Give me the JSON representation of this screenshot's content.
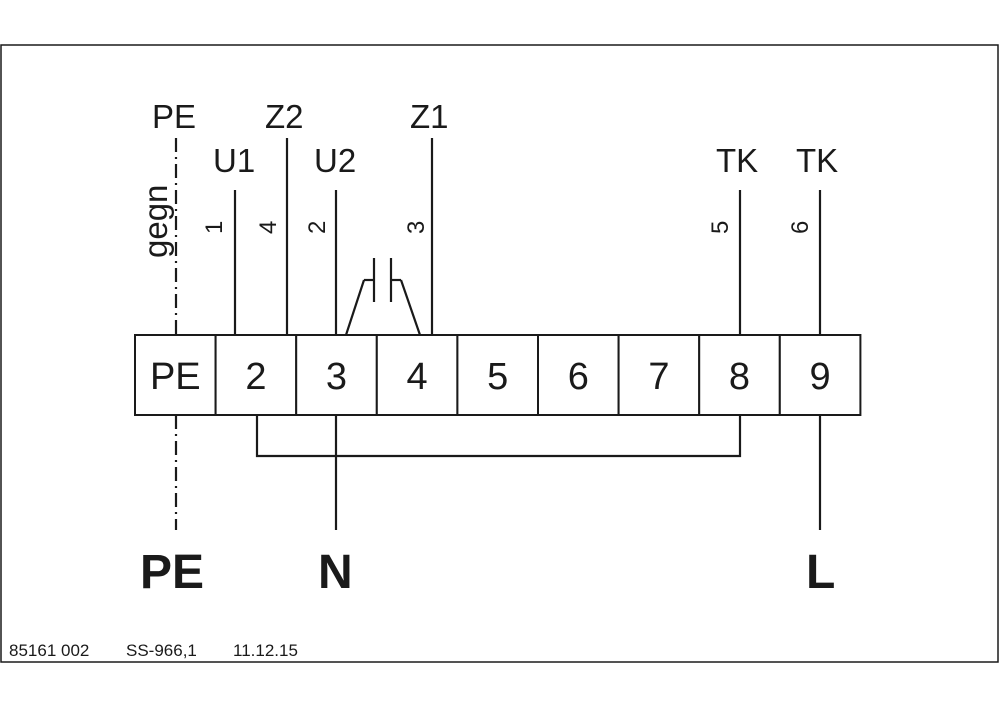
{
  "top_labels": {
    "pe": "PE",
    "z2": "Z2",
    "z1": "Z1",
    "u1": "U1",
    "u2": "U2",
    "tk_a": "TK",
    "tk_b": "TK"
  },
  "side_label": "gegn",
  "wire_numbers": {
    "w1": "1",
    "w4": "4",
    "w2": "2",
    "w3": "3",
    "w5": "5",
    "w6": "6"
  },
  "terminals": [
    "PE",
    "2",
    "3",
    "4",
    "5",
    "6",
    "7",
    "8",
    "9"
  ],
  "supply": {
    "pe": "PE",
    "n": "N",
    "l": "L"
  },
  "footer": {
    "doc_number": "85161 002",
    "ref": "SS-966,1",
    "date": "11.12.15"
  }
}
